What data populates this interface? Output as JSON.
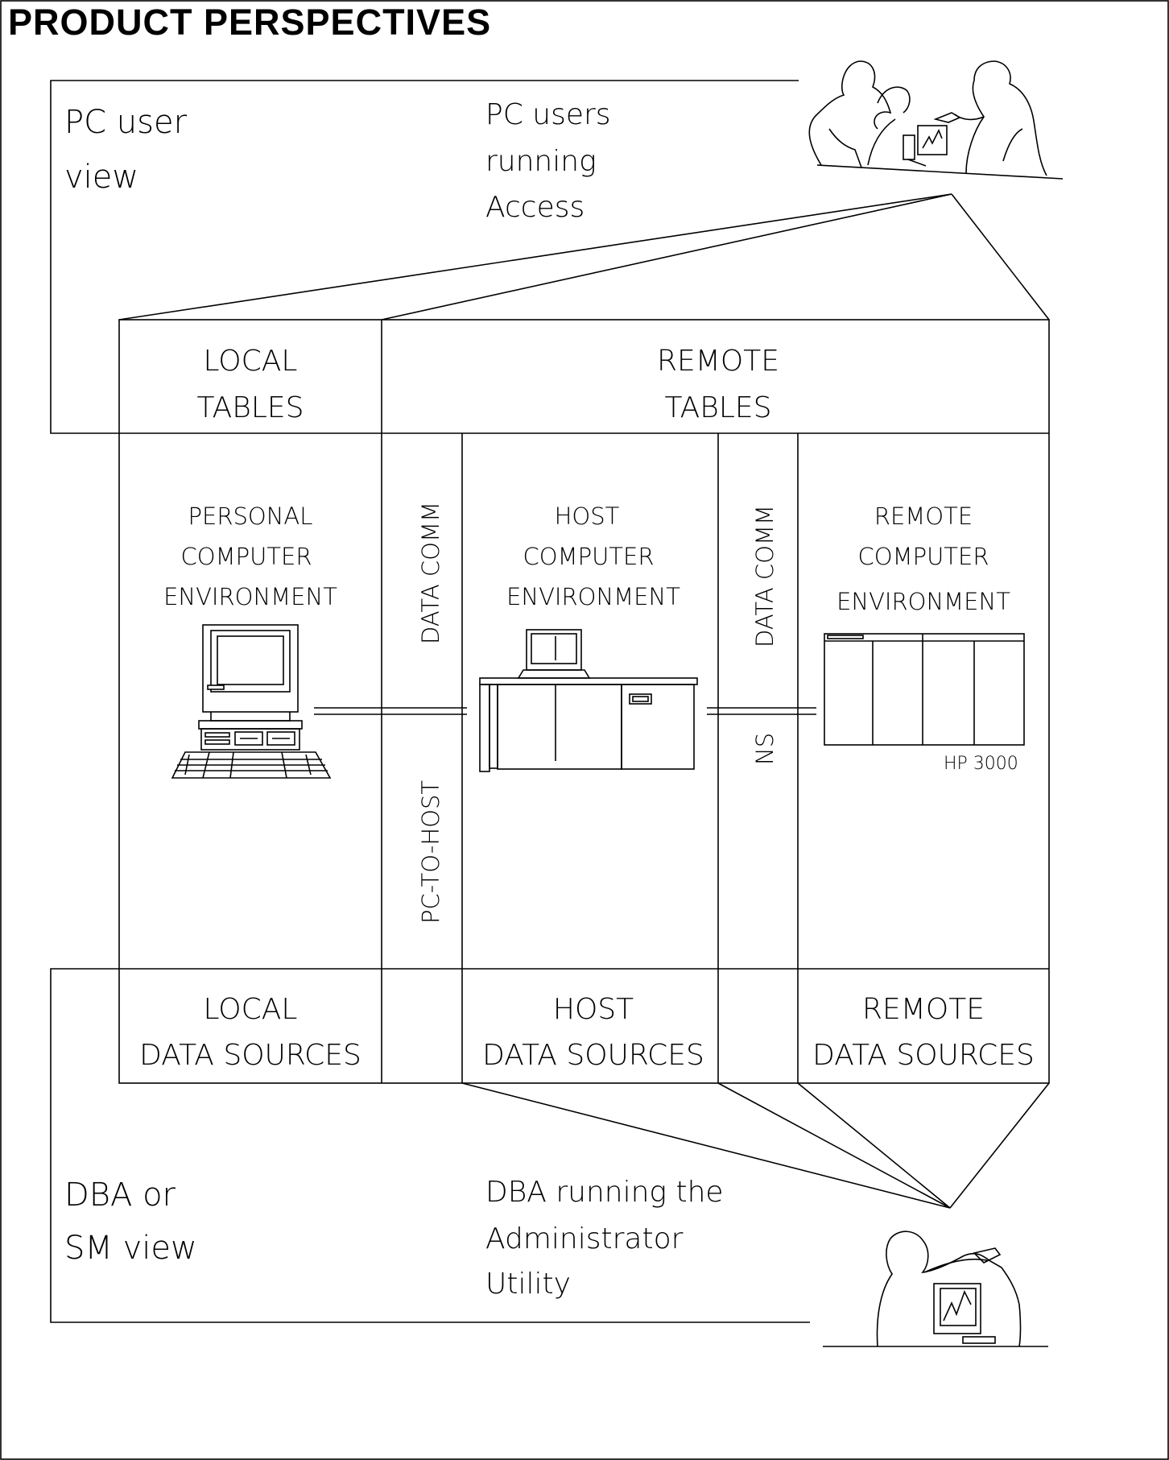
{
  "title": "PRODUCT PERSPECTIVES",
  "pc_view": {
    "label_lines": [
      "PC user",
      "view"
    ],
    "desc_lines": [
      "PC users",
      "running",
      "Access"
    ]
  },
  "tables": {
    "local": [
      "LOCAL",
      "TABLES"
    ],
    "remote": [
      "REMOTE",
      "TABLES"
    ]
  },
  "environments": {
    "personal": [
      "PERSONAL",
      "COMPUTER",
      "ENVIRONMENT"
    ],
    "host": [
      "HOST",
      "COMPUTER",
      "ENVIRONMENT"
    ],
    "remote": [
      "REMOTE",
      "COMPUTER",
      "ENVIRONMENT"
    ]
  },
  "links": {
    "left_top": "DATA COMM",
    "left_bottom": "PC-TO-HOST",
    "right_top": "DATA COMM",
    "right_bottom": "NS"
  },
  "remote_system_label": "HP 3000",
  "data_sources": {
    "local": [
      "LOCAL",
      "DATA SOURCES"
    ],
    "host": [
      "HOST",
      "DATA SOURCES"
    ],
    "remote": [
      "REMOTE",
      "DATA SOURCES"
    ]
  },
  "dba_view": {
    "label_lines": [
      "DBA or",
      "SM view"
    ],
    "desc_lines": [
      "DBA running the",
      "Administrator",
      "Utility"
    ]
  },
  "icons": [
    "users-group-icon",
    "personal-computer-icon",
    "host-computer-icon",
    "hp3000-cabinet-icon",
    "administrator-icon"
  ]
}
